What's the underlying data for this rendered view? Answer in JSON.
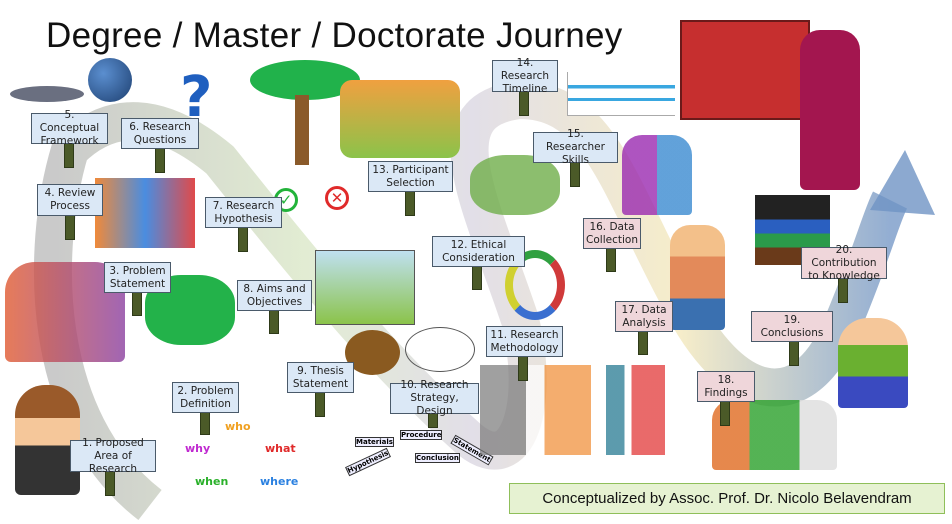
{
  "title": "Degree / Master / Doctorate Journey",
  "steps": [
    "1. Proposed Area of Research",
    "2. Problem Definition",
    "3. Problem Statement",
    "4. Review Process",
    "5. Conceptual Framework",
    "6. Research Questions",
    "7. Research Hypothesis",
    "8. Aims and Objectives",
    "9. Thesis Statement",
    "10. Research Strategy, Design",
    "11. Research Methodology",
    "12. Ethical Consideration",
    "13. Participant Selection",
    "14. Research Timeline",
    "15. Researcher Skills",
    "16. Data Collection",
    "17. Data Analysis",
    "18. Findings",
    "19. Conclusions",
    "20. Contribution to Knowledge"
  ],
  "question_words": [
    "who",
    "why",
    "what",
    "when",
    "where"
  ],
  "lab_words": [
    "Materials",
    "Procedure",
    "Hypothesis",
    "Conclusion",
    "Statement"
  ],
  "credit": "Conceptualized by Assoc. Prof. Dr. Nicolo Belavendram",
  "colors": {
    "blue_sign": "#dbe8f6",
    "pink_sign": "#efd6da",
    "post": "#4b5a28",
    "credit_bg": "#e6f2d2"
  }
}
